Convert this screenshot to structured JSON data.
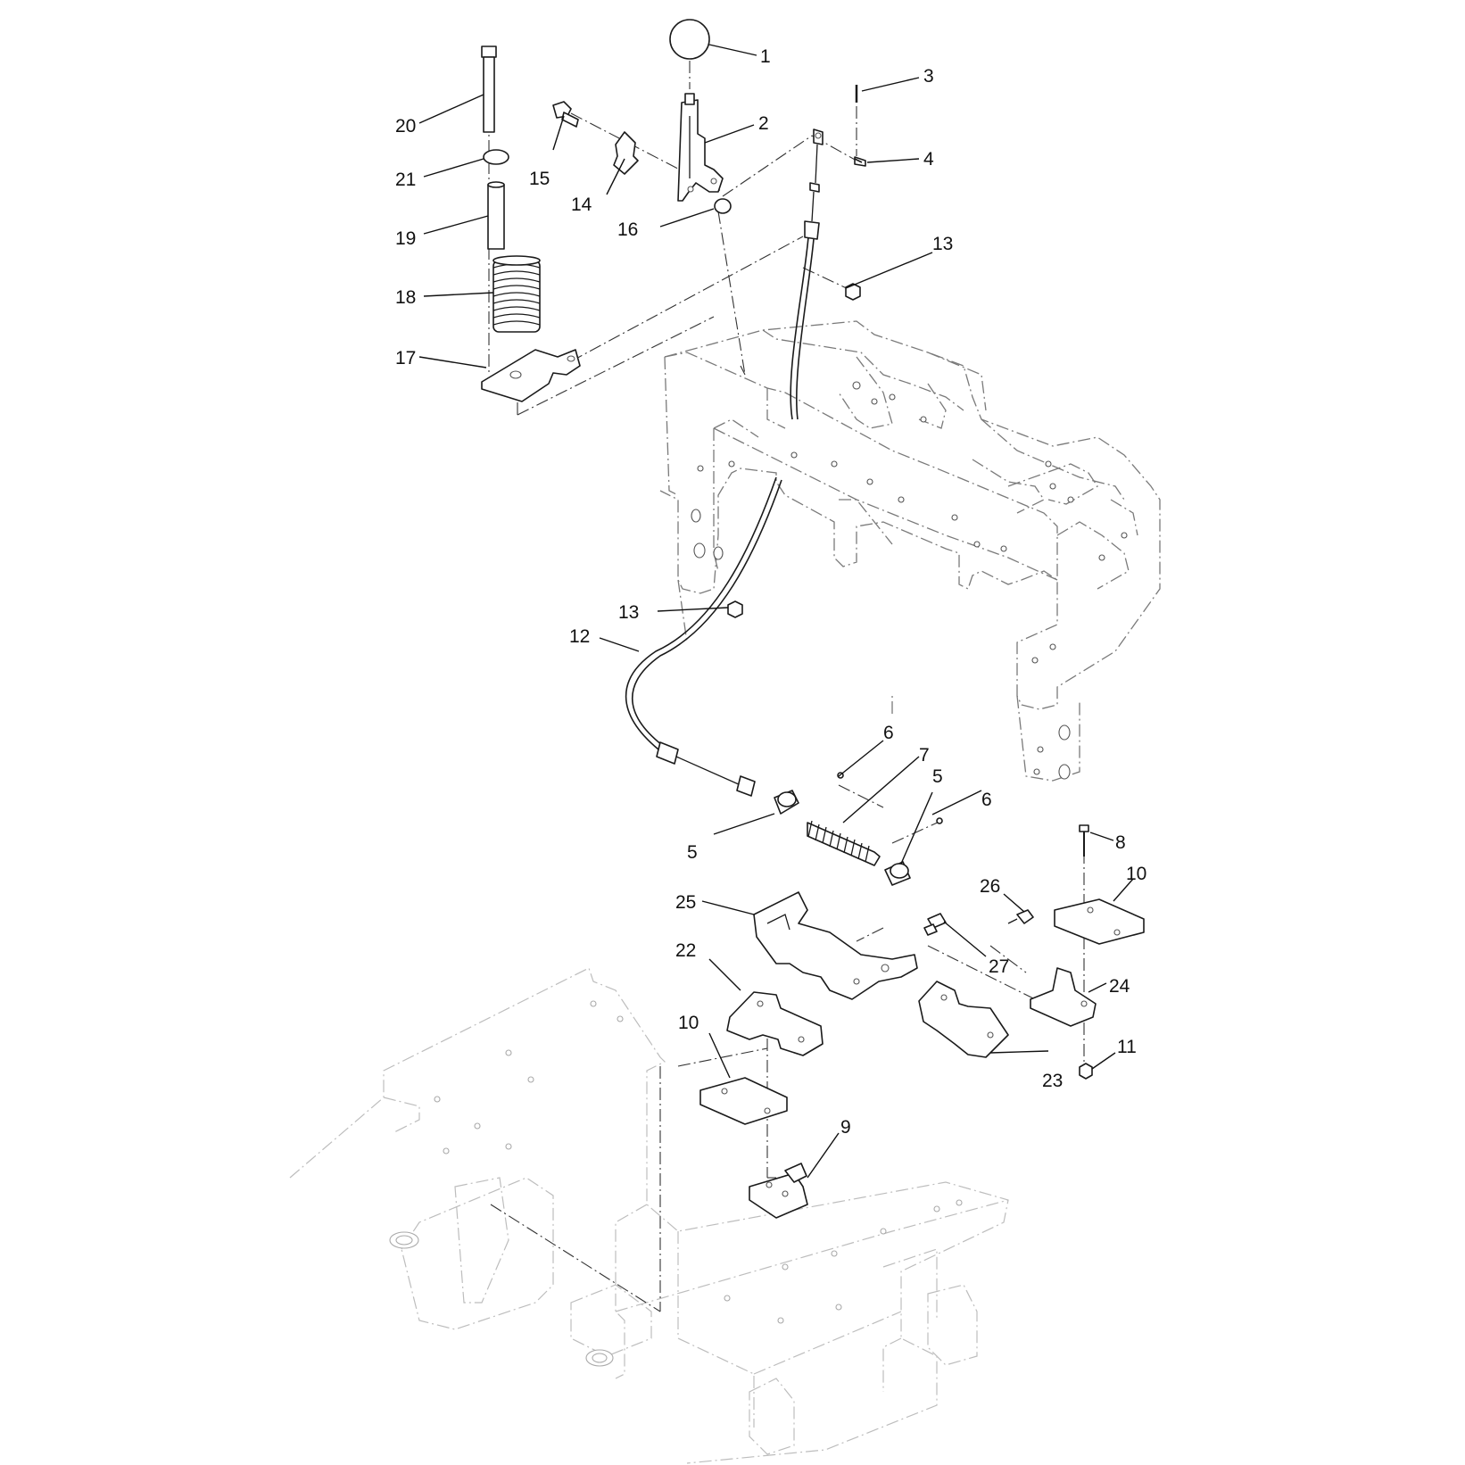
{
  "diagram": {
    "callouts": [
      {
        "id": "c1",
        "label": "1"
      },
      {
        "id": "c2",
        "label": "2"
      },
      {
        "id": "c3",
        "label": "3"
      },
      {
        "id": "c4",
        "label": "4"
      },
      {
        "id": "c5a",
        "label": "5"
      },
      {
        "id": "c5b",
        "label": "5"
      },
      {
        "id": "c6a",
        "label": "6"
      },
      {
        "id": "c6b",
        "label": "6"
      },
      {
        "id": "c7",
        "label": "7"
      },
      {
        "id": "c8",
        "label": "8"
      },
      {
        "id": "c9",
        "label": "9"
      },
      {
        "id": "c10a",
        "label": "10"
      },
      {
        "id": "c10b",
        "label": "10"
      },
      {
        "id": "c11",
        "label": "11"
      },
      {
        "id": "c12",
        "label": "12"
      },
      {
        "id": "c13a",
        "label": "13"
      },
      {
        "id": "c13b",
        "label": "13"
      },
      {
        "id": "c14",
        "label": "14"
      },
      {
        "id": "c15",
        "label": "15"
      },
      {
        "id": "c16",
        "label": "16"
      },
      {
        "id": "c17",
        "label": "17"
      },
      {
        "id": "c18",
        "label": "18"
      },
      {
        "id": "c19",
        "label": "19"
      },
      {
        "id": "c20",
        "label": "20"
      },
      {
        "id": "c21",
        "label": "21"
      },
      {
        "id": "c22",
        "label": "22"
      },
      {
        "id": "c23",
        "label": "23"
      },
      {
        "id": "c24",
        "label": "24"
      },
      {
        "id": "c25",
        "label": "25"
      },
      {
        "id": "c26",
        "label": "26"
      },
      {
        "id": "c27",
        "label": "27"
      }
    ]
  }
}
